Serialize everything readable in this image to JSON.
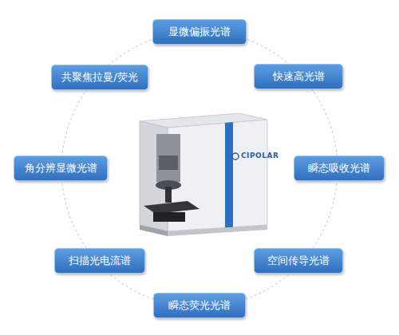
{
  "diagram": {
    "nodes": [
      {
        "text": [
          "显微偏振光谱"
        ]
      },
      {
        "text": [
          "快速高光谱"
        ]
      },
      {
        "text": [
          "瞬态吸收光谱"
        ]
      },
      {
        "text": [
          "空间传导光谱"
        ]
      },
      {
        "text": [
          "瞬态荧光光谱"
        ]
      },
      {
        "text": [
          "扫描光电流谱"
        ]
      },
      {
        "text": [
          "角分辨显微光谱"
        ]
      },
      {
        "text": [
          "共聚焦拉曼/荧光"
        ]
      }
    ],
    "labels": [
      "CIPOLAR"
    ]
  }
}
